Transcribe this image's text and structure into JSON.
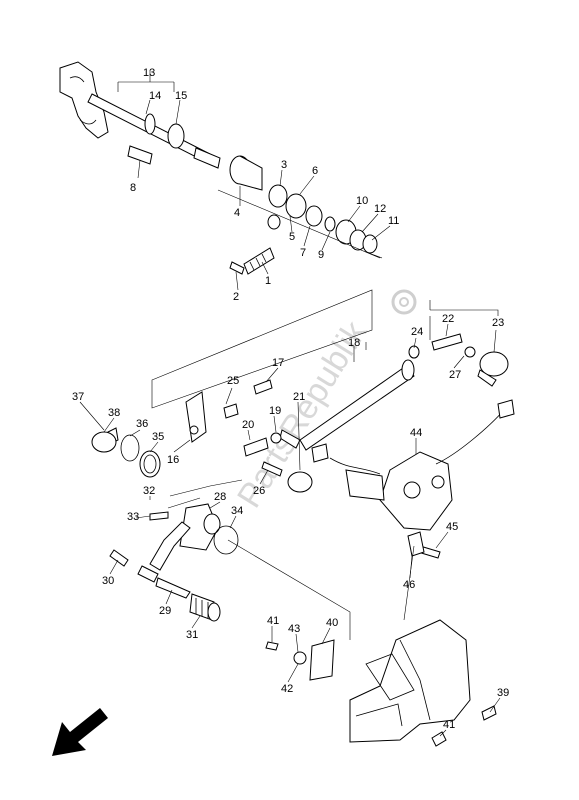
{
  "watermark": {
    "text": "PartsRepublik",
    "icon": "gear-icon"
  },
  "callouts": [
    {
      "id": "c13",
      "text": "13"
    },
    {
      "id": "c14",
      "text": "14"
    },
    {
      "id": "c15",
      "text": "15"
    },
    {
      "id": "c8",
      "text": "8"
    },
    {
      "id": "c3",
      "text": "3"
    },
    {
      "id": "c6",
      "text": "6"
    },
    {
      "id": "c4",
      "text": "4"
    },
    {
      "id": "c5",
      "text": "5"
    },
    {
      "id": "c7",
      "text": "7"
    },
    {
      "id": "c9",
      "text": "9"
    },
    {
      "id": "c10",
      "text": "10"
    },
    {
      "id": "c12",
      "text": "12"
    },
    {
      "id": "c11",
      "text": "11"
    },
    {
      "id": "c1",
      "text": "1"
    },
    {
      "id": "c2",
      "text": "2"
    },
    {
      "id": "c18",
      "text": "18"
    },
    {
      "id": "c17",
      "text": "17"
    },
    {
      "id": "c25",
      "text": "25"
    },
    {
      "id": "c19",
      "text": "19"
    },
    {
      "id": "c20",
      "text": "20"
    },
    {
      "id": "c21",
      "text": "21"
    },
    {
      "id": "c26",
      "text": "26"
    },
    {
      "id": "c22",
      "text": "22"
    },
    {
      "id": "c23",
      "text": "23"
    },
    {
      "id": "c24",
      "text": "24"
    },
    {
      "id": "c27",
      "text": "27"
    },
    {
      "id": "c44",
      "text": "44"
    },
    {
      "id": "c45",
      "text": "45"
    },
    {
      "id": "c46",
      "text": "46"
    },
    {
      "id": "c37",
      "text": "37"
    },
    {
      "id": "c38",
      "text": "38"
    },
    {
      "id": "c36",
      "text": "36"
    },
    {
      "id": "c35",
      "text": "35"
    },
    {
      "id": "c16",
      "text": "16"
    },
    {
      "id": "c32",
      "text": "32"
    },
    {
      "id": "c33",
      "text": "33"
    },
    {
      "id": "c28",
      "text": "28"
    },
    {
      "id": "c34",
      "text": "34"
    },
    {
      "id": "c30",
      "text": "30"
    },
    {
      "id": "c29",
      "text": "29"
    },
    {
      "id": "c31",
      "text": "31"
    },
    {
      "id": "c41a",
      "text": "41"
    },
    {
      "id": "c43",
      "text": "43"
    },
    {
      "id": "c40",
      "text": "40"
    },
    {
      "id": "c42",
      "text": "42"
    },
    {
      "id": "c39",
      "text": "39"
    },
    {
      "id": "c41b",
      "text": "41"
    }
  ],
  "direction_arrow": {
    "icon": "front-direction-arrow-icon"
  }
}
